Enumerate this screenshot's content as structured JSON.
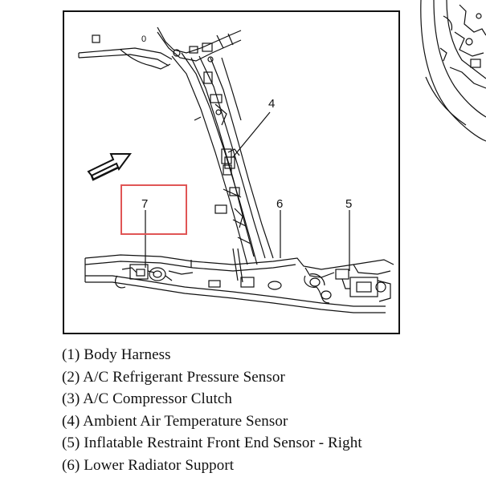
{
  "diagram": {
    "callouts": [
      "4",
      "6",
      "5",
      "7"
    ],
    "highlight_color": "#e05555",
    "icons": [
      "direction-arrow-icon"
    ]
  },
  "legend": [
    "(1) Body Harness",
    "(2) A/C Refrigerant Pressure Sensor",
    "(3) A/C Compressor Clutch",
    "(4) Ambient Air Temperature Sensor",
    "(5) Inflatable Restraint Front End Sensor - Right",
    "(6) Lower Radiator Support"
  ]
}
